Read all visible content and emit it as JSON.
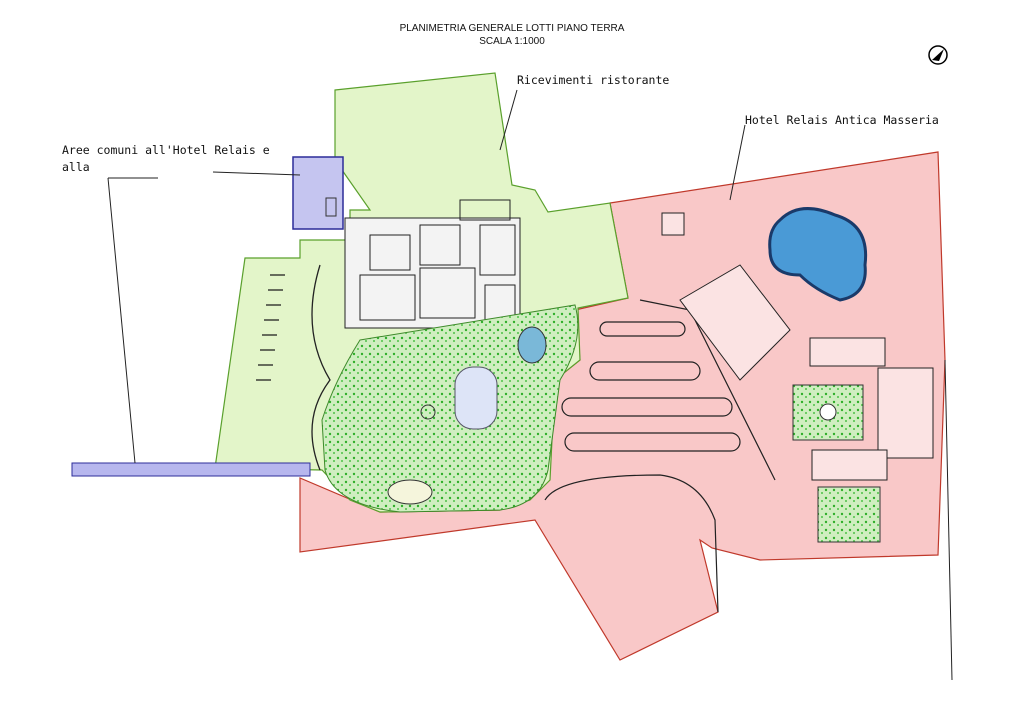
{
  "title": "PLANIMETRIA GENERALE LOTTI PIANO TERRA",
  "scale": "SCALA 1:1000",
  "labels": {
    "aree_comuni_line1": "Aree comuni all'Hotel Relais e",
    "aree_comuni_line2": "alla",
    "ricevimenti": "Ricevimenti ristorante",
    "hotel": "Hotel Relais Antica Masseria"
  },
  "colors": {
    "green_zone": "#e3f5c9",
    "pink_zone": "#f9c8c8",
    "blue_zone": "#c5c5f0",
    "garden": "#5fcf5a",
    "pool": "#4a9ad6"
  },
  "icons": {
    "north": "north-arrow-icon"
  }
}
